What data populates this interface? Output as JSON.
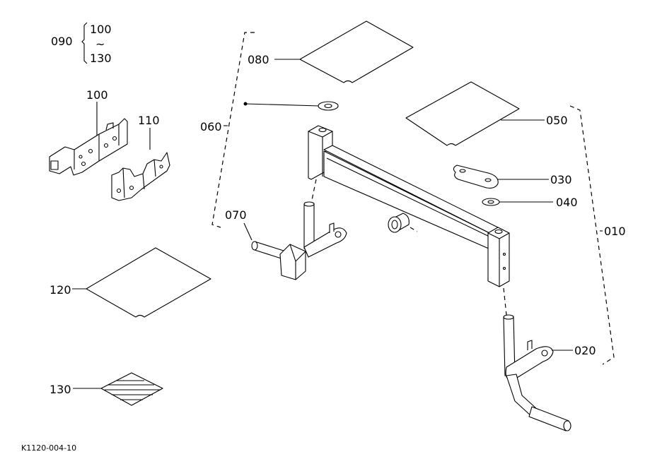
{
  "labels": {
    "p090": "090",
    "range_start": "100",
    "range_tilde": "~",
    "range_end": "130",
    "p100": "100",
    "p110": "110",
    "p120": "120",
    "p130": "130",
    "p080": "080",
    "p060": "060",
    "p070": "070",
    "p050": "050",
    "p030": "030",
    "p040": "040",
    "p010": "010",
    "p020": "020"
  },
  "figure_code": "K1120-004-10"
}
